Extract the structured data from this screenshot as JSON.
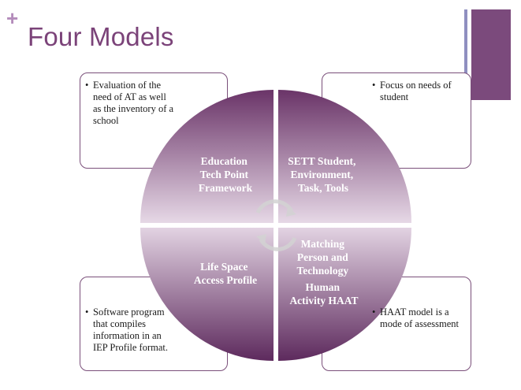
{
  "title": "Four Models",
  "colors": {
    "title": "#7b4379",
    "plus": "#b48cbb",
    "accent_bar_light": "#8f8fc0",
    "accent_bar_dark": "#7b4a7c",
    "callout_border": "#7a4f7a",
    "quadrant_dark": "#5f2a5f",
    "quadrant_light": "#d9c8da"
  },
  "quadrants": [
    {
      "id": "top-left",
      "lines": [
        "Education",
        "Tech Point",
        "Framework"
      ]
    },
    {
      "id": "top-right",
      "lines": [
        "SETT Student,",
        "Environment,",
        "Task, Tools"
      ]
    },
    {
      "id": "bottom-left",
      "lines": [
        "Life Space",
        "Access Profile"
      ]
    },
    {
      "id": "bottom-right",
      "lines": [
        "Matching",
        "Person and",
        "Technology",
        "Human",
        "Activity HAAT"
      ]
    }
  ],
  "callouts": {
    "top_left": "Evaluation of the need of AT as well as the inventory of a school",
    "top_right": "Focus on needs of student",
    "bottom_left": "Software program that compiles information in an IEP Profile format.",
    "bottom_right": "HAAT model is a mode of assessment"
  },
  "bullet": "•",
  "icons": {
    "cycle": "circular-arrows-icon",
    "plus": "plus-icon"
  }
}
